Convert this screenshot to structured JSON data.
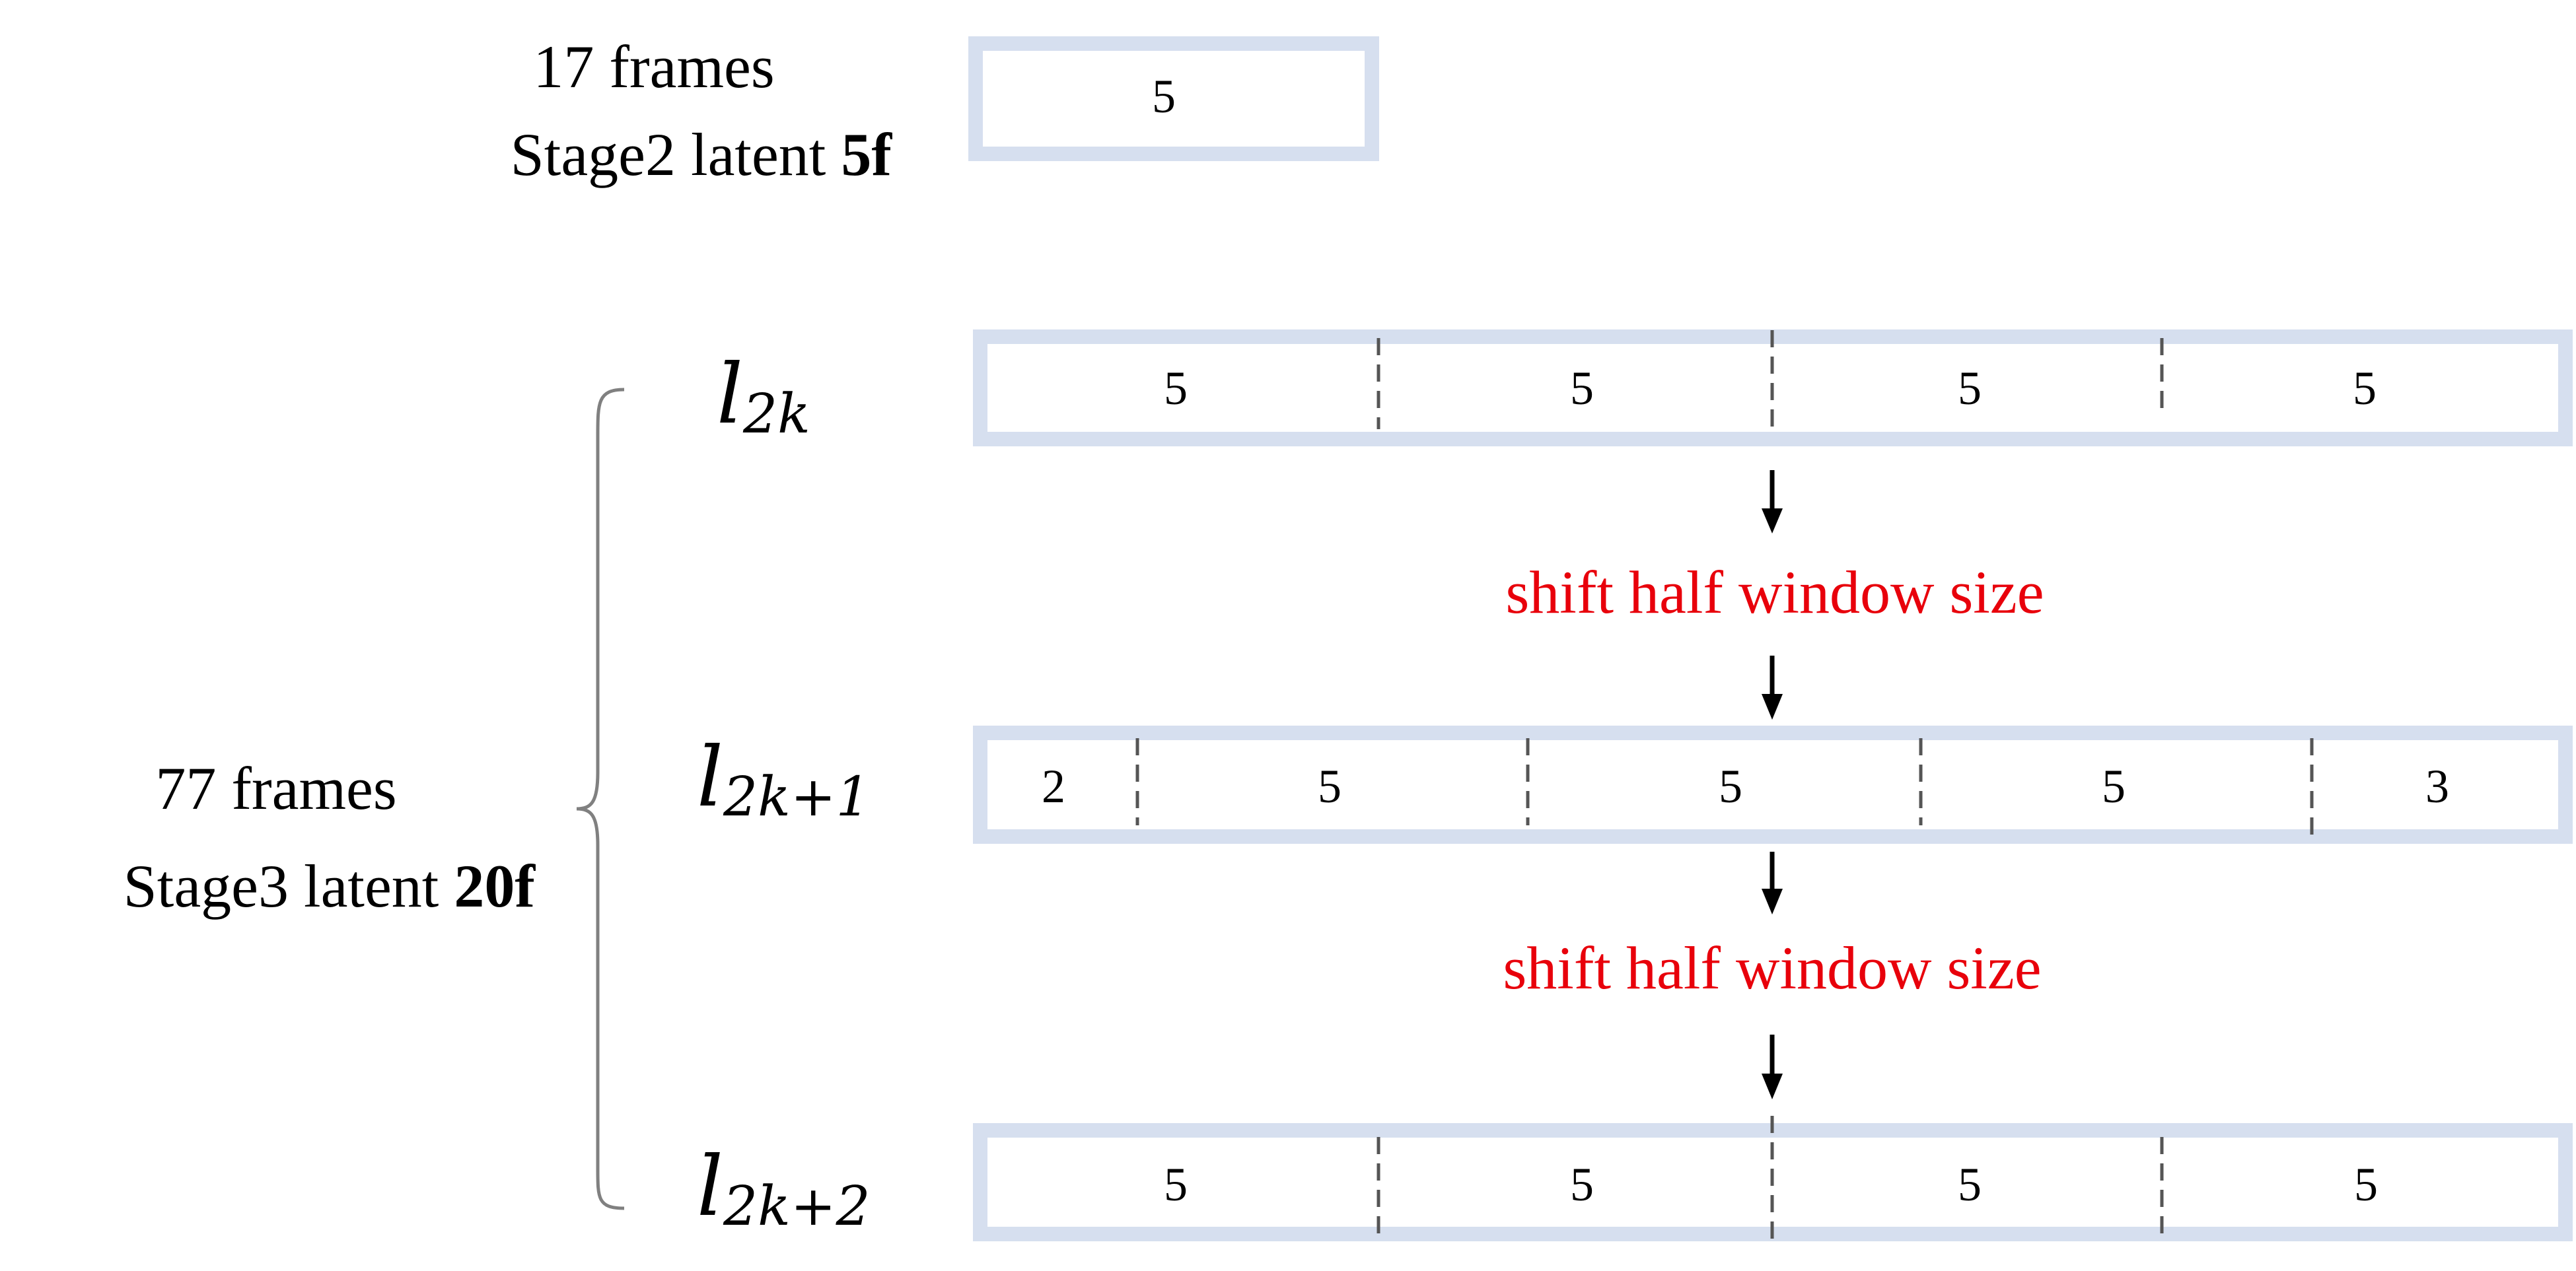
{
  "stage2": {
    "frames_label": "17 frames",
    "latent_prefix": "Stage2 latent ",
    "latent_count": "5f",
    "windows": [
      "5"
    ]
  },
  "stage3": {
    "frames_label": "77 frames",
    "latent_prefix": "Stage3 latent ",
    "latent_count": "20f"
  },
  "rows": [
    {
      "label_base": "l",
      "label_sub": "2k",
      "windows": [
        "5",
        "5",
        "5",
        "5"
      ]
    },
    {
      "label_base": "l",
      "label_sub": "2k+1",
      "windows": [
        "2",
        "5",
        "5",
        "5",
        "3"
      ]
    },
    {
      "label_base": "l",
      "label_sub": "2k+2",
      "windows": [
        "5",
        "5",
        "5",
        "5"
      ]
    }
  ],
  "shifts": [
    "shift half window size",
    "shift half window size"
  ],
  "colors": {
    "box_border": "#D6DFEF",
    "divider": "#555555",
    "arrow": "#000000",
    "shift_text": "#E8000B",
    "brace": "#808080",
    "text": "#000000"
  }
}
